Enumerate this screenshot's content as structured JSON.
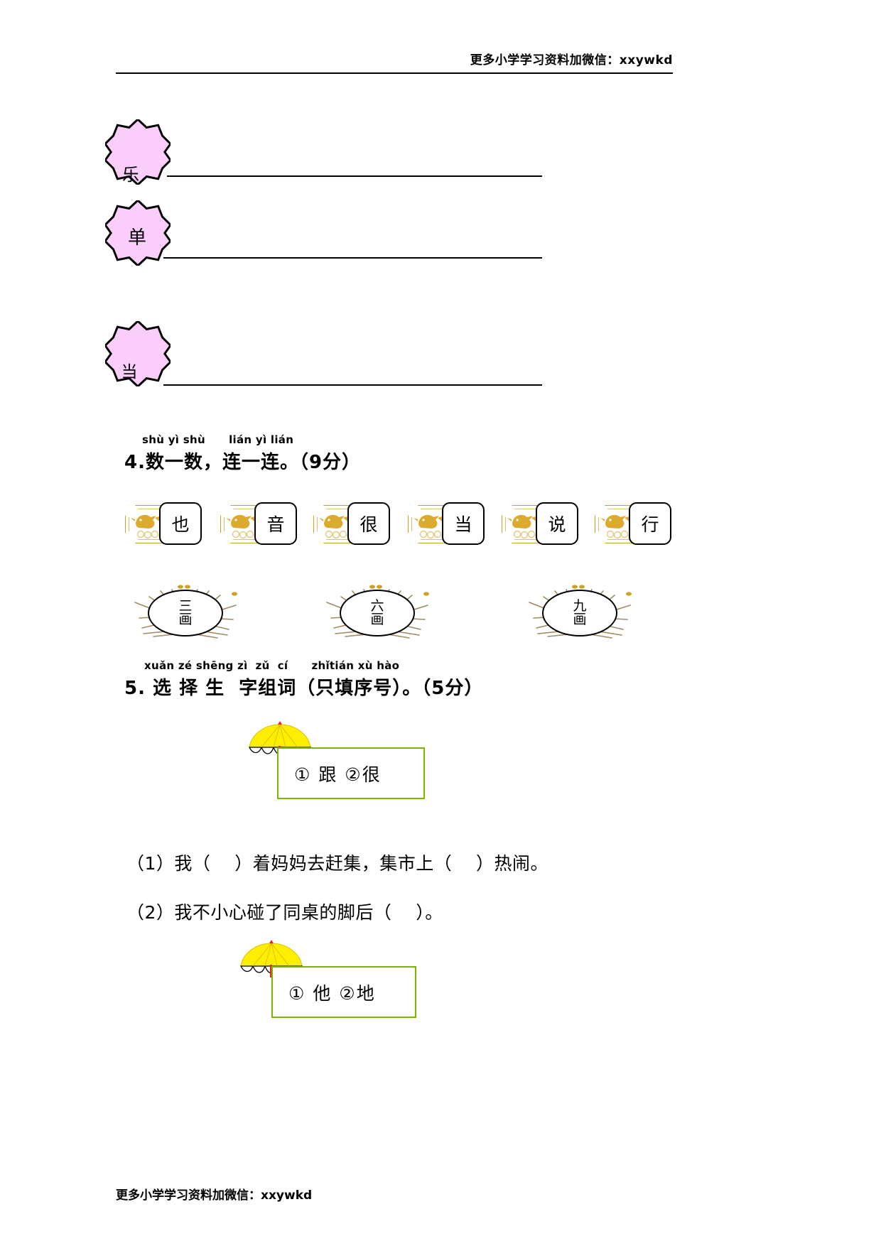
{
  "page": {
    "header_text": "更多小学学习资料加微信：xxywkd",
    "footer_text": "更多小学学习资料加微信：xxywkd"
  },
  "starbursts": [
    {
      "char": "乐"
    },
    {
      "char": "单"
    },
    {
      "char": "当"
    }
  ],
  "question4": {
    "pinyin": "shù yì shù      lián yì lián",
    "title": "4.数一数，连一连。（9分）",
    "word_tags": [
      {
        "char": "也"
      },
      {
        "char": "音"
      },
      {
        "char": "很"
      },
      {
        "char": "当"
      },
      {
        "char": "说"
      },
      {
        "char": "行"
      }
    ],
    "stroke_nests": [
      {
        "number": "三",
        "unit": "画"
      },
      {
        "number": "六",
        "unit": "画"
      },
      {
        "number": "九",
        "unit": "画"
      }
    ]
  },
  "question5": {
    "pinyin": "xuǎn zé shēng zì  zǔ  cí      zhǐtián xù hào",
    "title": "5. 选 择 生  字组词（只填序号）。（5分）",
    "option_box_1": "①  跟  ②很",
    "sentences": [
      "（1）我（    ）着妈妈去赶集，集市上（    ）热闹。",
      "（2）我不小心碰了同桌的脚后（    ）。"
    ],
    "option_box_2": "①  他  ②地"
  },
  "colors": {
    "star_fill": "#fbcdfb",
    "star_stroke": "#000000",
    "tag_gold": "#c9a227",
    "umbrella_yellow": "#ffee00",
    "option_border_green": "#7ab800",
    "nest_brown": "#a08a62"
  }
}
